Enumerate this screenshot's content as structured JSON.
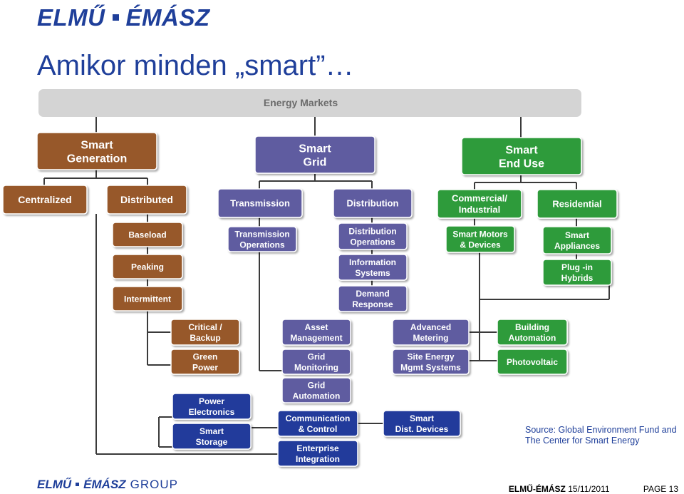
{
  "header": {
    "logo_left": "ELMŰ",
    "logo_right": "ÉMÁSZ",
    "title": "Amikor minden „smart”…"
  },
  "colors": {
    "brown": "#97582a",
    "purple": "#5e5ba0",
    "green": "#2e9b3a",
    "navy": "#203a9b",
    "gray": "#d4d4d4",
    "line": "#3a3a3a",
    "brand": "#1f3f9a"
  },
  "diagram": {
    "top_bar": "Energy Markets",
    "nodes": [
      {
        "id": "smart-generation",
        "lines": [
          "Smart",
          "Generation"
        ],
        "color": "brown"
      },
      {
        "id": "smart-grid",
        "lines": [
          "Smart",
          "Grid"
        ],
        "color": "purple"
      },
      {
        "id": "smart-end-use",
        "lines": [
          "Smart",
          "End Use"
        ],
        "color": "green"
      },
      {
        "id": "centralized",
        "lines": [
          "Centralized"
        ],
        "color": "brown"
      },
      {
        "id": "distributed",
        "lines": [
          "Distributed"
        ],
        "color": "brown"
      },
      {
        "id": "transmission",
        "lines": [
          "Transmission"
        ],
        "color": "purple"
      },
      {
        "id": "distribution",
        "lines": [
          "Distribution"
        ],
        "color": "purple"
      },
      {
        "id": "commercial-industrial",
        "lines": [
          "Commercial/",
          "Industrial"
        ],
        "color": "green"
      },
      {
        "id": "residential",
        "lines": [
          "Residential"
        ],
        "color": "green"
      },
      {
        "id": "baseload",
        "lines": [
          "Baseload"
        ],
        "color": "brown"
      },
      {
        "id": "peaking",
        "lines": [
          "Peaking"
        ],
        "color": "brown"
      },
      {
        "id": "intermittent",
        "lines": [
          "Intermittent"
        ],
        "color": "brown"
      },
      {
        "id": "transmission-operations",
        "lines": [
          "Transmission",
          "Operations"
        ],
        "color": "purple"
      },
      {
        "id": "distribution-operations",
        "lines": [
          "Distribution",
          "Operations"
        ],
        "color": "purple"
      },
      {
        "id": "information-systems",
        "lines": [
          "Information",
          "Systems"
        ],
        "color": "purple"
      },
      {
        "id": "demand-response",
        "lines": [
          "Demand",
          "Response"
        ],
        "color": "purple"
      },
      {
        "id": "smart-motors",
        "lines": [
          "Smart Motors",
          "& Devices"
        ],
        "color": "green"
      },
      {
        "id": "smart-appliances",
        "lines": [
          "Smart",
          "Appliances"
        ],
        "color": "green"
      },
      {
        "id": "plug-in-hybrids",
        "lines": [
          "Plug -in",
          "Hybrids"
        ],
        "color": "green"
      },
      {
        "id": "critical-backup",
        "lines": [
          "Critical /",
          "Backup"
        ],
        "color": "brown"
      },
      {
        "id": "green-power",
        "lines": [
          "Green",
          "Power"
        ],
        "color": "brown"
      },
      {
        "id": "asset-management",
        "lines": [
          "Asset",
          "Management"
        ],
        "color": "purple"
      },
      {
        "id": "grid-monitoring",
        "lines": [
          "Grid",
          "Monitoring"
        ],
        "color": "purple"
      },
      {
        "id": "grid-automation",
        "lines": [
          "Grid",
          "Automation"
        ],
        "color": "purple"
      },
      {
        "id": "advanced-metering",
        "lines": [
          "Advanced",
          "Metering"
        ],
        "color": "purple"
      },
      {
        "id": "site-energy",
        "lines": [
          "Site Energy",
          "Mgmt Systems"
        ],
        "color": "purple"
      },
      {
        "id": "building-automation",
        "lines": [
          "Building",
          "Automation"
        ],
        "color": "green"
      },
      {
        "id": "photovoltaic",
        "lines": [
          "Photovoltaic"
        ],
        "color": "green"
      },
      {
        "id": "power-electronics",
        "lines": [
          "Power",
          "Electronics"
        ],
        "color": "navy"
      },
      {
        "id": "smart-storage",
        "lines": [
          "Smart",
          "Storage"
        ],
        "color": "navy"
      },
      {
        "id": "communication-control",
        "lines": [
          "Communication",
          "& Control"
        ],
        "color": "navy"
      },
      {
        "id": "smart-dist-devices",
        "lines": [
          "Smart",
          "Dist. Devices"
        ],
        "color": "navy"
      },
      {
        "id": "enterprise-integration",
        "lines": [
          "Enterprise",
          "Integration"
        ],
        "color": "navy"
      }
    ]
  },
  "source": {
    "line1": "Source: Global Environment Fund and",
    "line2": "The Center for Smart Energy"
  },
  "footer": {
    "logo_left": "ELMŰ",
    "logo_right": "ÉMÁSZ",
    "group": "GROUP",
    "brand": "ELMŰ-ÉMÁSZ",
    "date": "15/11/2011",
    "page": "PAGE 13"
  }
}
